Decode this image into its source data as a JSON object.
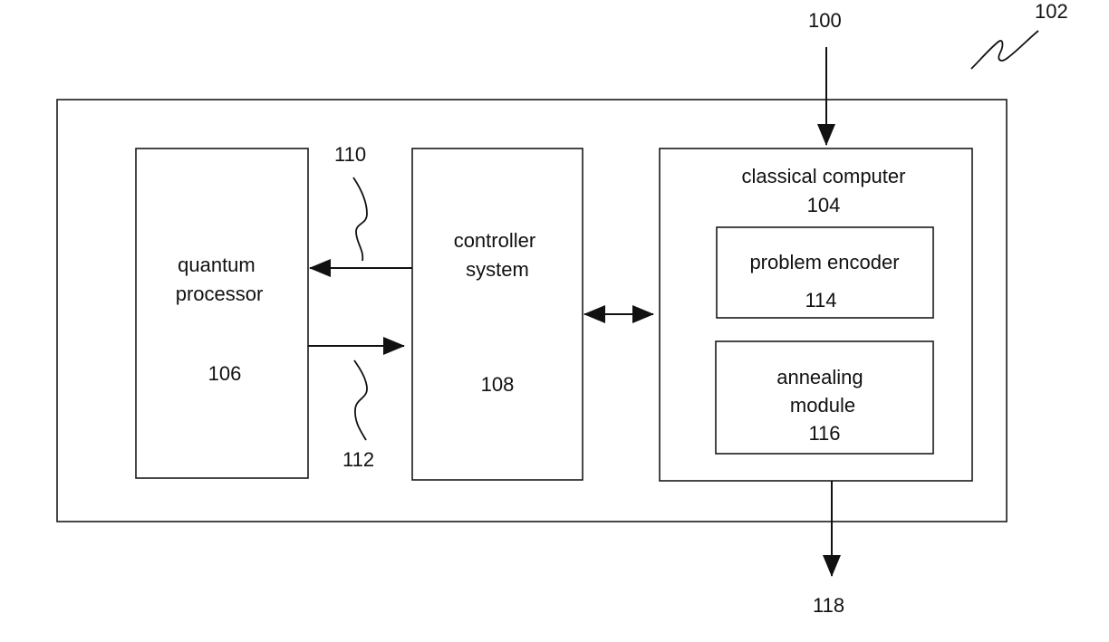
{
  "refs": {
    "system": "100",
    "system_squiggle": "102",
    "classical_computer": "104",
    "quantum_processor": "106",
    "controller_system": "108",
    "signal_out": "110",
    "signal_in": "112",
    "problem_encoder": "114",
    "annealing_module": "116",
    "output": "118"
  },
  "labels": {
    "quantum_processor": [
      "quantum",
      "processor"
    ],
    "controller_system": [
      "controller",
      "system"
    ],
    "classical_computer": "classical computer",
    "problem_encoder": "problem encoder",
    "annealing_module": [
      "annealing",
      "module"
    ]
  }
}
